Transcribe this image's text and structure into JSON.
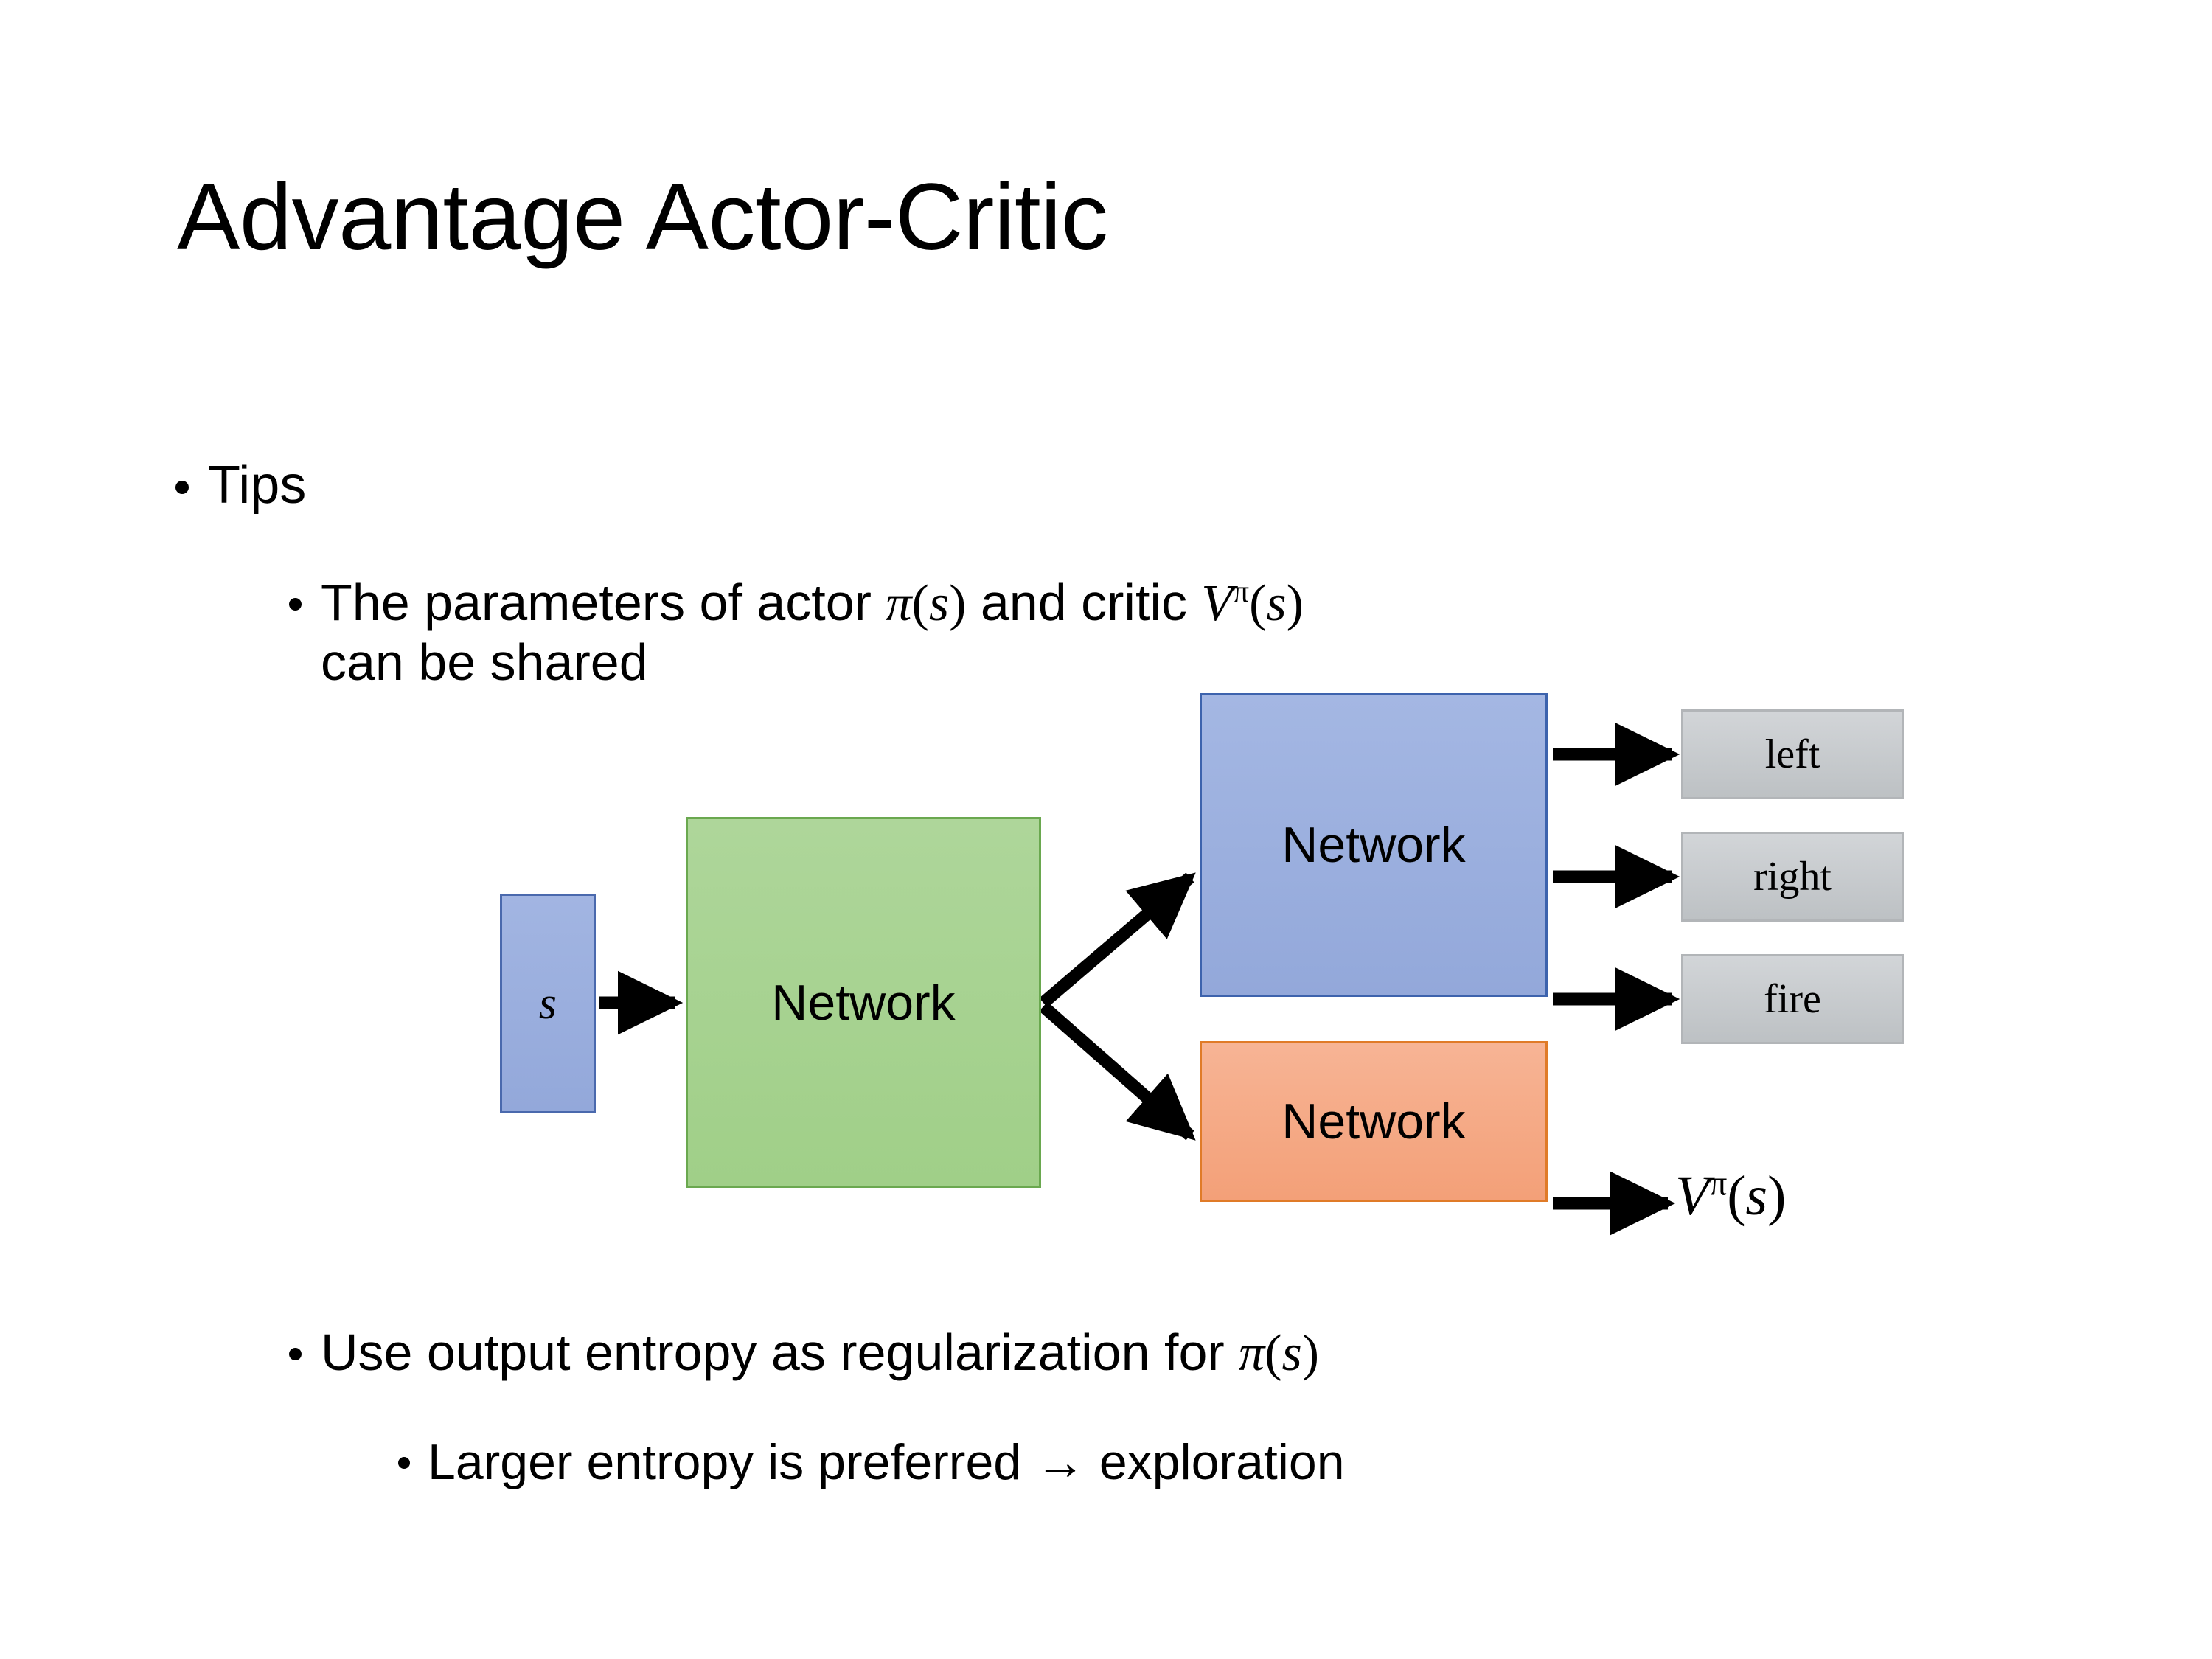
{
  "slide": {
    "title": "Advantage Actor-Critic",
    "bullets": {
      "tips": "Tips",
      "shared_params_pre": "The parameters of actor ",
      "shared_params_mid": "  and critic ",
      "shared_params_line2": "can be shared",
      "entropy_pre": "Use output entropy as regularization for ",
      "larger_entropy": "Larger entropy is preferred → exploration"
    },
    "math": {
      "pi": "π",
      "s": "s",
      "V": "V",
      "lparen": "(",
      "rparen": ")",
      "pi_of_s": "π(s)",
      "v_pi_of_s": "Vπ(s)"
    }
  },
  "diagram": {
    "state_box_label": "s",
    "shared_network_label": "Network",
    "actor_network_label": "Network",
    "critic_network_label": "Network",
    "outputs": [
      {
        "label": "left"
      },
      {
        "label": "right"
      },
      {
        "label": "fire"
      }
    ],
    "critic_output_label": "Vπ(s)",
    "colors": {
      "state_fill": "#93a8da",
      "state_border": "#4a69ad",
      "shared_fill": "#a0cf88",
      "shared_border": "#6aa84f",
      "actor_fill": "#93a8da",
      "actor_border": "#3d63ad",
      "critic_fill": "#f3a078",
      "critic_border": "#e07b28",
      "output_fill": "#bdc1c4",
      "output_border": "#b2b5b8",
      "arrow": "#000000",
      "background": "#ffffff"
    }
  }
}
